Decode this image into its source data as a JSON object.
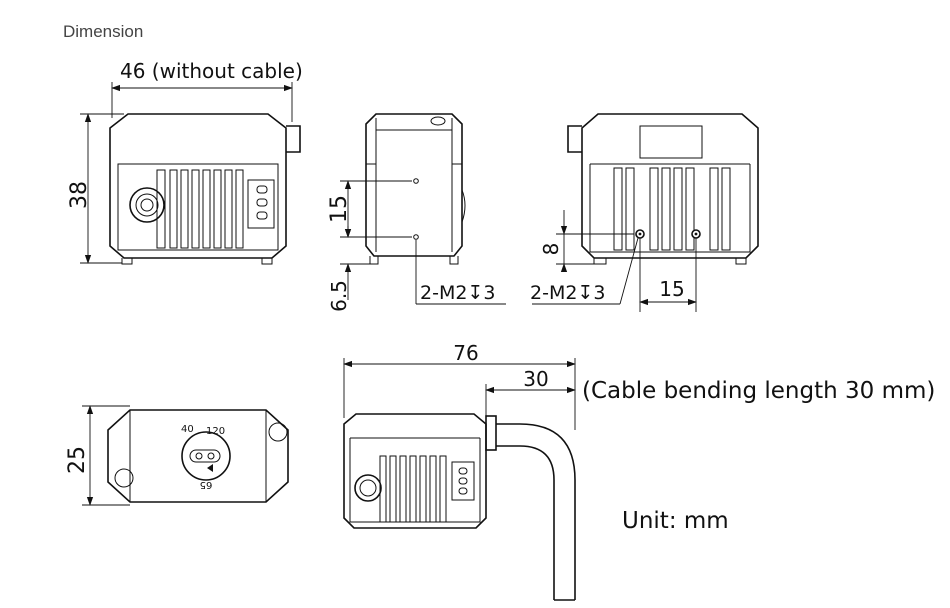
{
  "header": {
    "title": "Dimension"
  },
  "front_view": {
    "width_label": "46 (without cable)",
    "height_label": "38"
  },
  "side_view": {
    "spacing_label": "15",
    "offset_label": "6.5",
    "hole_callout": "2-M2↧3"
  },
  "rear_view": {
    "height_label": "8",
    "spacing_label": "15",
    "hole_callout": "2-M2↧3"
  },
  "top_view": {
    "height_label": "25",
    "dial_labels": [
      "40",
      "120",
      "65"
    ]
  },
  "cable_view": {
    "length_label": "76",
    "bend_label": "30",
    "bend_note": "(Cable bending length 30 mm)"
  },
  "unit_note": "Unit: mm"
}
